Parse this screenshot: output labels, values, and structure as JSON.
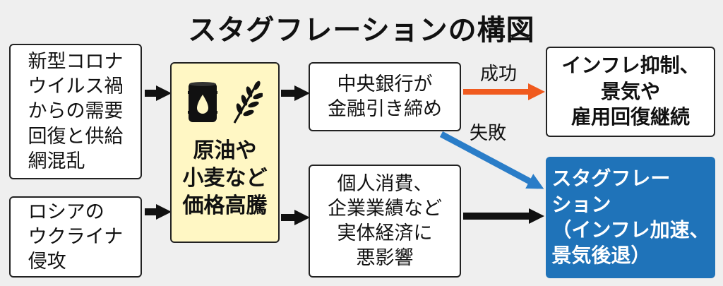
{
  "title": "スタグフレーションの構図",
  "boxes": {
    "covid": "新型コロナ\nウイルス禍\nからの需要\n回復と供給\n網混乱",
    "russia": "ロシアの\nウクライナ\n侵攻",
    "prices": "原油や\n小麦など\n価格高騰",
    "central_bank": "中央銀行が\n金融引き締め",
    "economy": "個人消費、\n企業業績など\n実体経済に\n悪影響",
    "success_outcome": "インフレ抑制、\n景気や\n雇用回復継続",
    "stagflation": "スタグフレー\nション\n（インフレ加速、\n景気後退）"
  },
  "labels": {
    "success": "成功",
    "failure": "失敗"
  },
  "icons": [
    "oil-barrel-icon",
    "wheat-icon"
  ],
  "colors": {
    "success_arrow": "#f05a1e",
    "failure_arrow": "#2a7dc8",
    "highlight": "#fff7c4",
    "stagflation_box": "#1f73b9"
  }
}
